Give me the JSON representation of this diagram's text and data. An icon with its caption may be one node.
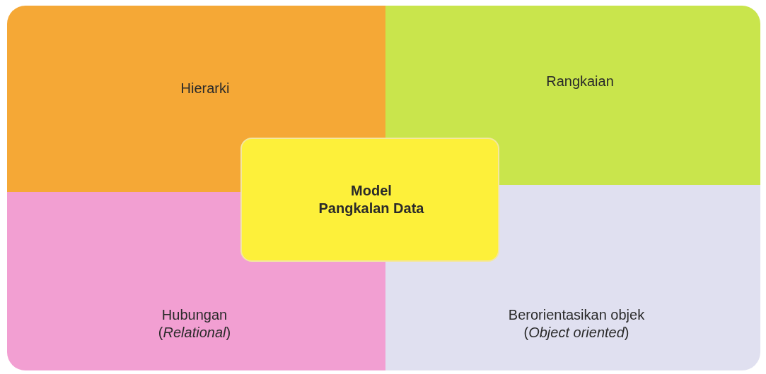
{
  "diagram": {
    "nodes": [
      {
        "text": [
          "Hierarki"
        ]
      },
      {
        "text": [
          "Rangkaian"
        ]
      },
      {
        "text": [
          "Hubungan (*Relational*)"
        ]
      },
      {
        "text": [
          "Berorientasikan objek (*Object oriented*)"
        ]
      },
      {
        "text": [
          "Model Pangkalan Data"
        ]
      }
    ],
    "edges": []
  }
}
